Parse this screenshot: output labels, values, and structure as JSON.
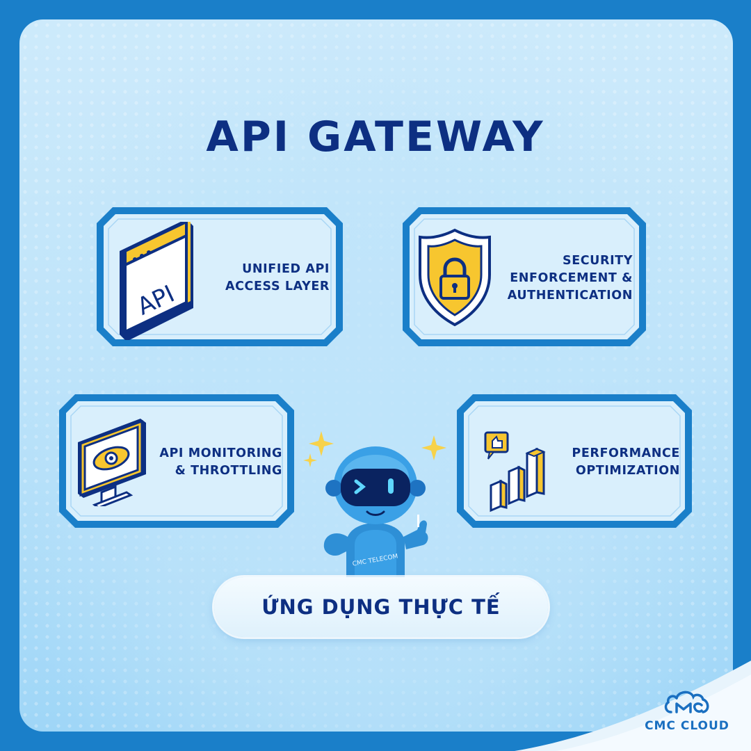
{
  "title": "API GATEWAY",
  "cards": [
    {
      "label": "UNIFIED API\nACCESS LAYER",
      "icon": "api-window-icon"
    },
    {
      "label": "SECURITY\nENFORCEMENT &\nAUTHENTICATION",
      "icon": "shield-lock-icon"
    },
    {
      "label": "API MONITORING\n& THROTTLING",
      "icon": "monitor-eye-icon"
    },
    {
      "label": "PERFORMANCE\nOPTIMIZATION",
      "icon": "growth-chart-icon"
    }
  ],
  "api_icon_text": "API",
  "robot_badge": "CMC TELECOM",
  "pill_label": "ỨNG DỤNG THỰC TẾ",
  "brand": "CMC CLOUD",
  "colors": {
    "primary": "#1a7fc9",
    "navy": "#0d2f82",
    "accent_yellow": "#f7c62f",
    "panel_light": "#cdeafb"
  }
}
